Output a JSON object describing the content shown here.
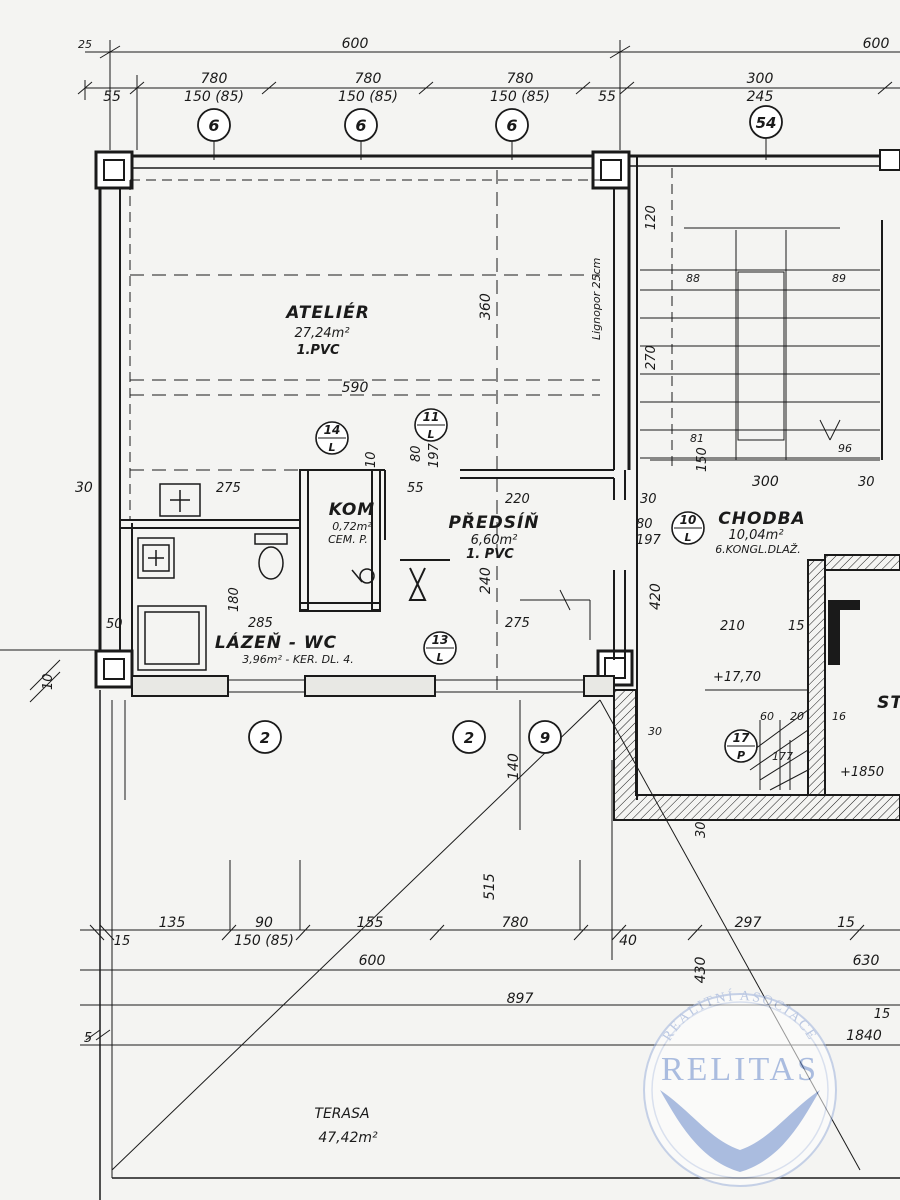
{
  "dims": {
    "top_600_a": "600",
    "top_600_b": "600",
    "top_25": "25",
    "top_55_a": "55",
    "top_780_a": "780",
    "top_780_b": "780",
    "top_780_c": "780",
    "top_150_a": "150 (85)",
    "top_150_b": "150 (85)",
    "top_150_c": "150 (85)",
    "top_55_b": "55",
    "top_300": "300",
    "top_245": "245",
    "d360": "360",
    "d590": "590",
    "d30_l": "30",
    "d275": "275",
    "d10": "10",
    "d55": "55",
    "d80": "80",
    "d197": "197",
    "d220": "220",
    "d240": "240",
    "d180": "180",
    "d285": "285",
    "d275b": "275",
    "d50": "50",
    "d10_side": "10",
    "d140": "140",
    "d515": "515",
    "d420": "420",
    "d210": "210",
    "d15": "15",
    "d30_r": "30",
    "d300": "300",
    "d30_r2": "30",
    "d80_r": "80",
    "d197_r": "197",
    "d120": "120",
    "d270": "270",
    "d88": "88",
    "d89": "89",
    "d81": "81",
    "d150": "150",
    "d96": "96",
    "d30_bot": "30",
    "d60": "60",
    "d20": "20",
    "d16": "16",
    "d177": "177",
    "d30_stair": "30",
    "b_15": "15",
    "b_135": "135",
    "b_90": "90",
    "b_150": "150 (85)",
    "b_155": "155",
    "b_780": "780",
    "b_40": "40",
    "b_297": "297",
    "b_15b": "15",
    "b_600": "600",
    "b_630": "630",
    "b_897": "897",
    "b_15c": "15",
    "b_5": "5",
    "b_1840": "1840",
    "b_430": "430",
    "lignopor": "Lignopor 25cm"
  },
  "tags": {
    "t6a": "6",
    "t6b": "6",
    "t6c": "6",
    "t54": "54",
    "t2a": "2",
    "t2b": "2",
    "t9": "9",
    "t14": "14",
    "t14s": "L",
    "t11": "11",
    "t11s": "L",
    "t13": "13",
    "t13s": "L",
    "t10": "10",
    "t10s": "L",
    "t17": "17",
    "t17s": "P"
  },
  "rooms": {
    "atelier_name": "ATELIÉR",
    "atelier_area": "27,24m²",
    "atelier_floor": "1.PVC",
    "kom_name": "KOM",
    "kom_area": "0,72m²",
    "kom_floor": "CEM. P.",
    "predsin_name": "PŘEDSÍŇ",
    "predsin_area": "6,60m²",
    "predsin_floor": "1. PVC",
    "lazen_name": "LÁZEŇ - WC",
    "lazen_area": "3,96m² - KER. DL. 4.",
    "chodba_name": "CHODBA",
    "chodba_area": "10,04m²",
    "chodba_floor": "6.KONGL.DLAŽ.",
    "terasa_name": "TERASA",
    "terasa_area": "47,42m²",
    "st_partial": "ST"
  },
  "levels": {
    "l1770": "+17,70",
    "l1850": "+1850"
  },
  "watermark": {
    "arc": "REALITNÍ ASOCIACE",
    "name": "RELITAS"
  }
}
